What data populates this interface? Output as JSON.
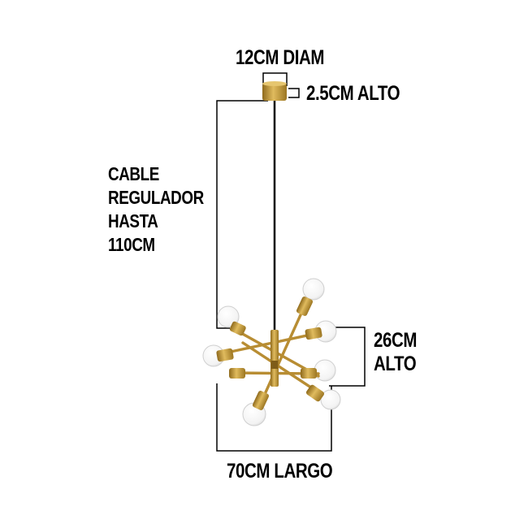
{
  "labels": {
    "diameter": "12CM DIAM",
    "canopy_height": "2.5CM ALTO",
    "cable": [
      "CABLE",
      "REGULADOR",
      "HASTA",
      "110CM"
    ],
    "fixture_height": [
      "26CM",
      "ALTO"
    ],
    "width": "70CM LARGO"
  },
  "colors": {
    "brass": "#c9a043",
    "brass_dark": "#9c7622",
    "cable": "#1a1a1a",
    "dimension_line": "#000000",
    "text": "#000000"
  }
}
